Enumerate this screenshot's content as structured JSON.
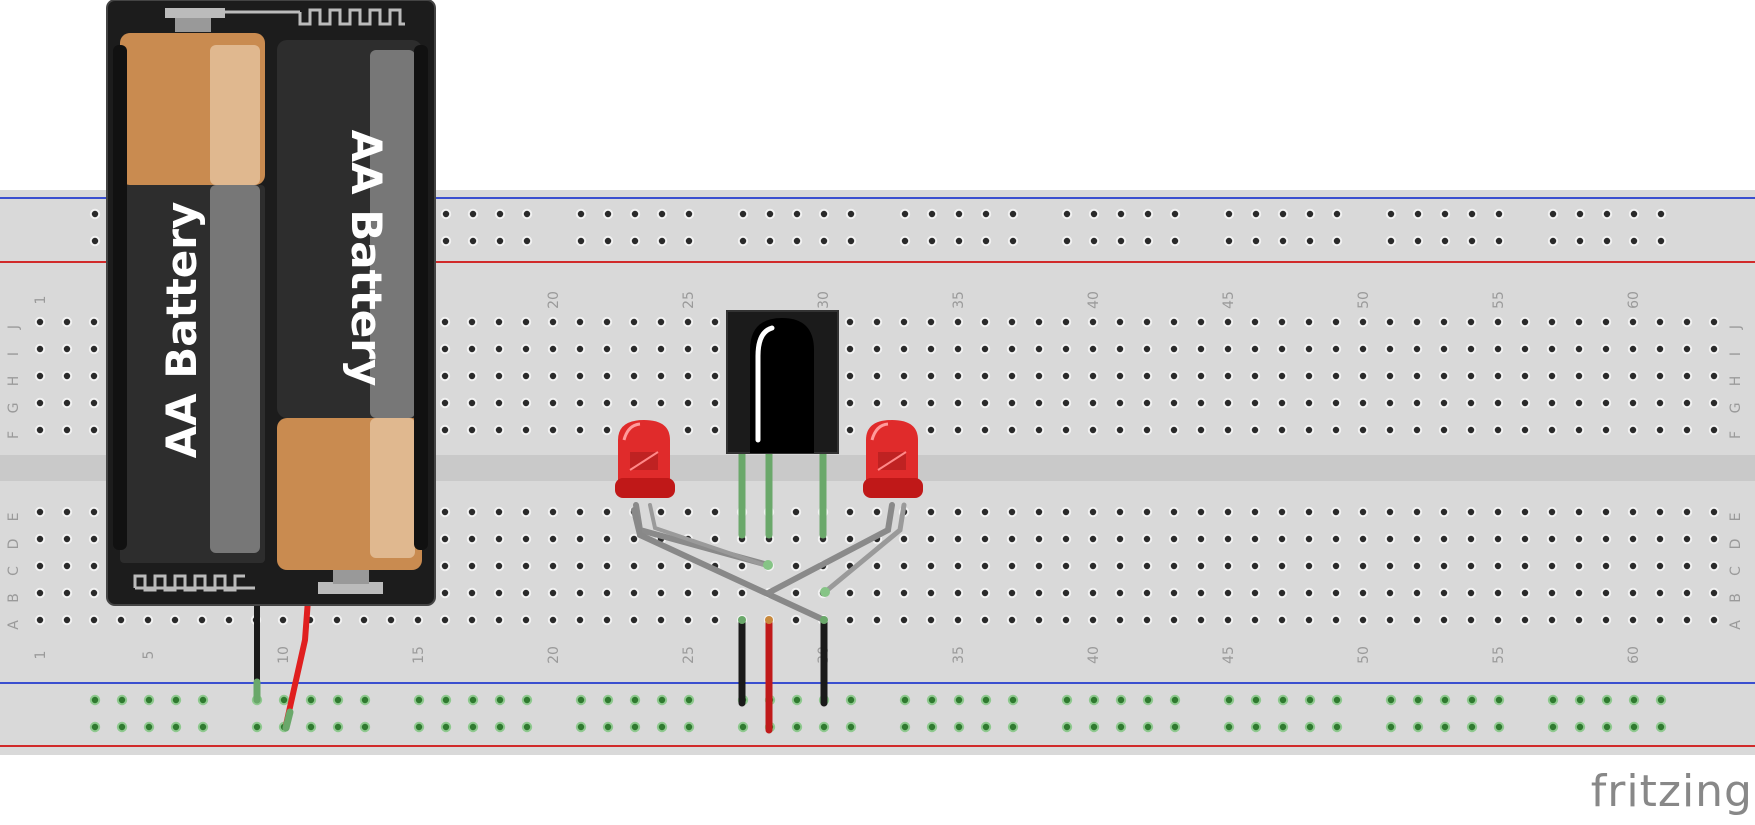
{
  "battery": {
    "cell_labels": [
      "AA Battery",
      "AA Battery"
    ]
  },
  "breadboard": {
    "column_numbers": [
      "1",
      "5",
      "10",
      "15",
      "20",
      "25",
      "30",
      "35",
      "40",
      "45",
      "50",
      "55",
      "60"
    ],
    "row_letters_top": [
      "J",
      "I",
      "H",
      "G",
      "F"
    ],
    "row_letters_bottom": [
      "E",
      "D",
      "C",
      "B",
      "A"
    ]
  },
  "colors": {
    "board": "#d9d9d9",
    "rail_blue": "#3a4fcf",
    "rail_red": "#d12a2a",
    "led_red": "#e02b2b",
    "wire_black": "#1a1a1a",
    "wire_red": "#cc1f1f",
    "lead_green": "#5fa45f",
    "wire_gray": "#8a8a8a"
  },
  "components": {
    "ir_receiver_icon": "ir-receiver-icon",
    "led_icon": "led-icon"
  },
  "watermark": "fritzing"
}
